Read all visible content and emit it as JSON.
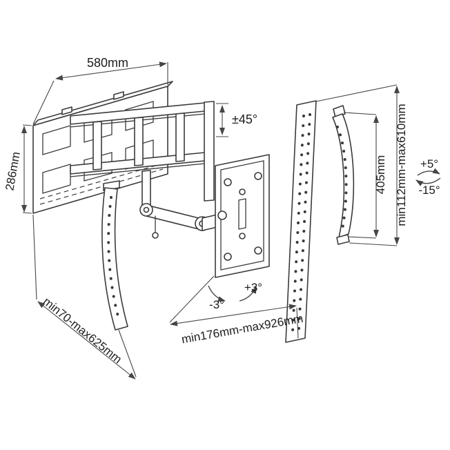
{
  "labels": {
    "top_width": "580mm",
    "plate_height": "286mm",
    "swivel_range": "±45°",
    "rail_height": "405mm",
    "vertical_range": "min112mm-max610mm",
    "tilt_up": "+5°",
    "tilt_down": "-15°",
    "level_left": "-3°",
    "level_right": "+3°",
    "extension_range": "min176mm-max926mm",
    "arm_depth_range": "min70-max625mm"
  },
  "colors": {
    "line": "#3a3a3a",
    "dim": "#454545",
    "text": "#1c1c1c",
    "background": "#ffffff"
  }
}
